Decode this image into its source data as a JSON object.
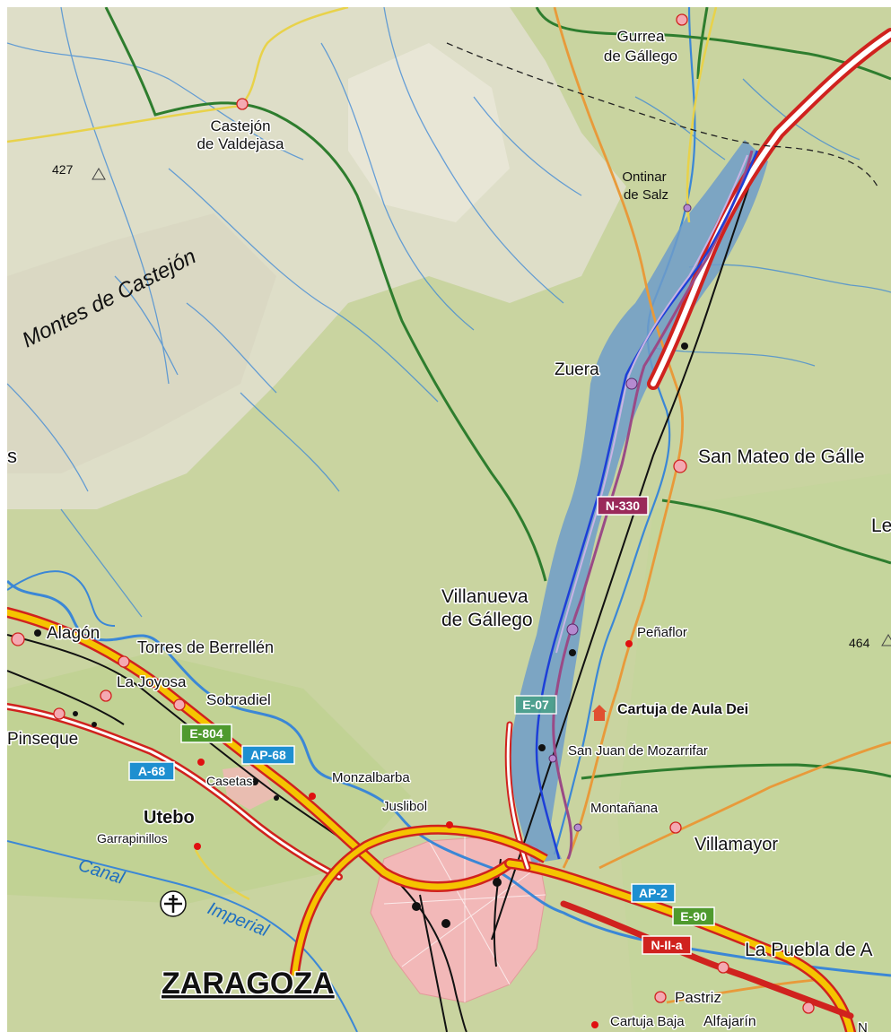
{
  "map": {
    "colors": {
      "terrain": "#c9d4a0",
      "hills": "#e2dfcf",
      "urban": "#f2b8b8",
      "corridor": "#6f9cc9",
      "river": "#3b87d6",
      "motorway_fill": "#f5c400",
      "motorway_edge": "#d0221e",
      "regional_road": "#e89a3a",
      "local_road": "#e8d24a",
      "green_road": "#2e7d2e",
      "railway": "#111111",
      "rail_line": "#1d3fd8",
      "n330_line": "#9a4a86"
    },
    "places": {
      "gurrea": [
        "Gurrea",
        "de Gállego"
      ],
      "castejon": [
        "Castejón",
        "de Valdejasa"
      ],
      "ontinar": [
        "Ontinar",
        "de Salz"
      ],
      "zuera": "Zuera",
      "san_mateo": "San Mateo de Gálle",
      "le": "Le",
      "villanueva": [
        "Villanueva",
        "de Gállego"
      ],
      "penaflor": "Peñaflor",
      "cartuja_aula": "Cartuja de Aula Dei",
      "san_juan": "San Juan de Mozarrifar",
      "montanana": "Montañana",
      "villamayor": "Villamayor",
      "la_puebla": "La Puebla de A",
      "pastriz": "Pastriz",
      "alfajarin": "Alfajarín",
      "cartuja_baja": "Cartuja Baja",
      "alagon": "Alagón",
      "torres": "Torres de Berrellén",
      "la_joyosa": "La Joyosa",
      "sobradiel": "Sobradiel",
      "pinseque": "Pinseque",
      "casetas": "Casetas",
      "monzalbarba": "Monzalbarba",
      "juslibol": "Juslibol",
      "utebo": "Utebo",
      "garrapinillos": "Garrapinillos",
      "zaragoza": "ZARAGOZA",
      "edge_s": "s",
      "edge_n": "N"
    },
    "features": {
      "montes": "Montes de Castejón",
      "canal_1": "Canal",
      "canal_2": "Imperial"
    },
    "elevations": {
      "e427": "427",
      "e464": "464"
    },
    "shields": {
      "n330": "N-330",
      "e07": "E-07",
      "e804": "E-804",
      "ap68": "AP-68",
      "a68": "A-68",
      "ap2": "AP-2",
      "e90": "E-90",
      "n2a": "N-II-a"
    }
  }
}
